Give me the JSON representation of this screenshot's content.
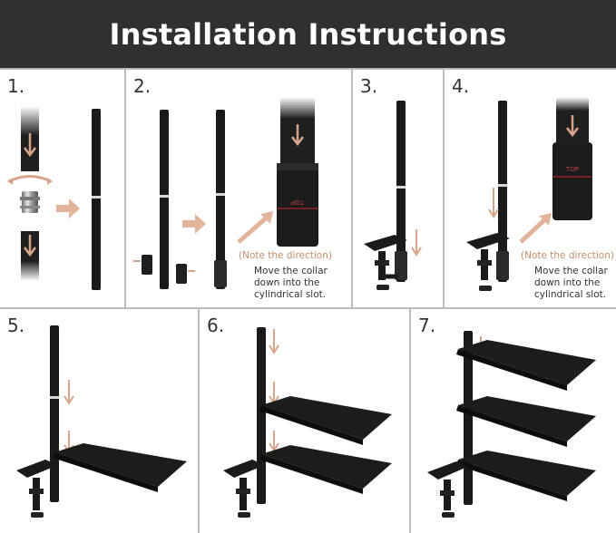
{
  "header": {
    "title": "Installation Instructions"
  },
  "steps": [
    {
      "number": "1."
    },
    {
      "number": "2."
    },
    {
      "number": "3."
    },
    {
      "number": "4."
    },
    {
      "number": "5."
    },
    {
      "number": "6."
    },
    {
      "number": "7."
    }
  ],
  "step2": {
    "note": "(Note the direction)",
    "desc": [
      "Move the collar",
      "down into the",
      "cylindrical slot."
    ],
    "collar_label": "TOP"
  },
  "step4": {
    "note": "(Note the direction)",
    "desc": [
      "Move the collar",
      "down into the",
      "cylindrical slot."
    ],
    "collar_label": "TOP"
  },
  "colors": {
    "header_bg": "#303030",
    "accent": "#d8a58a",
    "divider": "#bdbdbd",
    "pole": "#1a1a1a"
  }
}
